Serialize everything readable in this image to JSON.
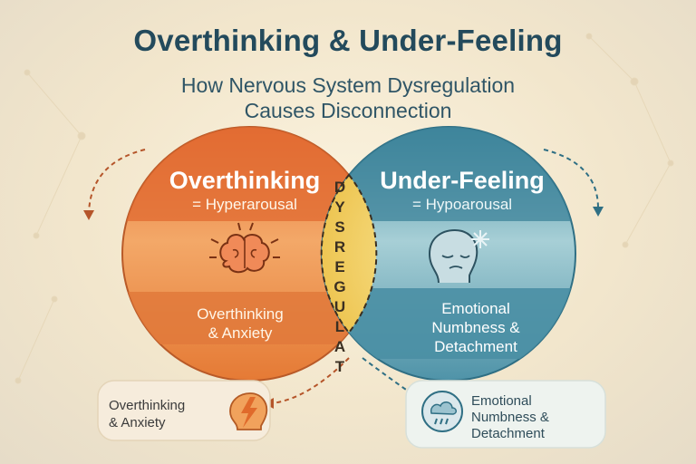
{
  "title": "Overthinking & Under-Feeling",
  "subtitle_line1": "How Nervous System Dysregulation",
  "subtitle_line2": "Causes Disconnection",
  "left": {
    "heading": "Overthinking",
    "subheading": "= Hyperarousal",
    "band_line1": "Overthinking",
    "band_line2": "& Anxiety",
    "icon": "brain-icon",
    "color": "#e07a3a"
  },
  "right": {
    "heading": "Under-Feeling",
    "subheading": "= Hypoarousal",
    "band_line1": "Emotional",
    "band_line2": "Numbness &",
    "band_line3": "Detachment",
    "icon": "head-snowflake-icon",
    "color": "#4f93a8"
  },
  "center": {
    "letters": [
      "D",
      "Y",
      "S",
      "R",
      "E",
      "G",
      "U",
      "L",
      "A",
      "T"
    ],
    "color": "#f0cc55"
  },
  "cards": {
    "left_line1": "Overthinking",
    "left_line2": "& Anxiety",
    "left_icon": "head-lightning-icon",
    "right_line1": "Emotional",
    "right_line2": "Numbness &",
    "right_line3": "Detachment",
    "right_icon": "cloud-rain-icon"
  }
}
